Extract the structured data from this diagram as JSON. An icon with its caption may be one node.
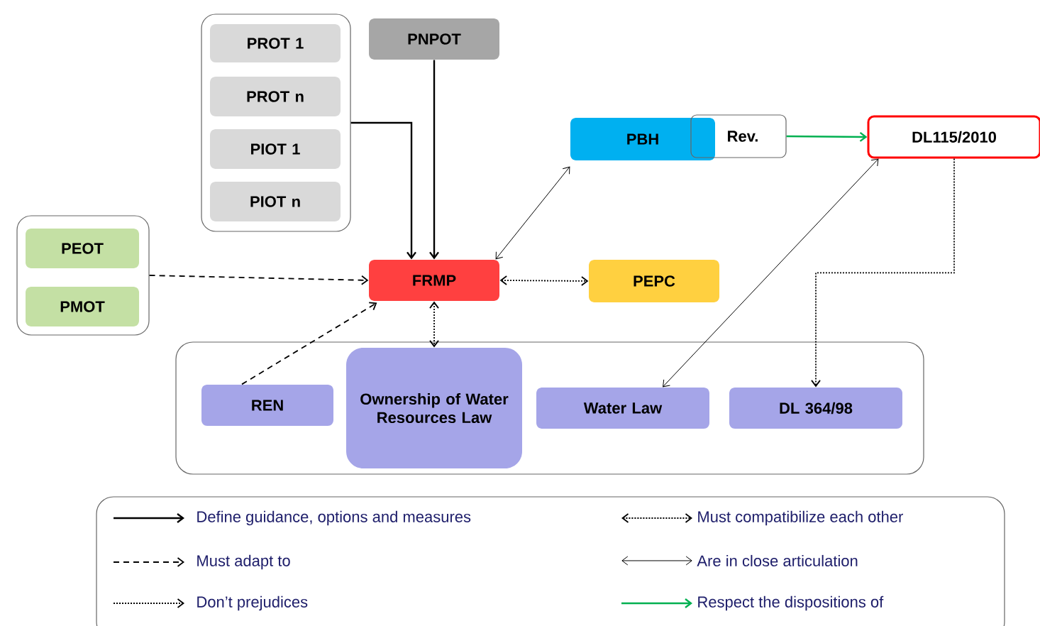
{
  "diagram": {
    "nodes": [
      {
        "text": [],
        "shape": "box"
      },
      {
        "text": [
          "PROT 1"
        ],
        "in": 0
      },
      {
        "text": [
          "PROT n"
        ],
        "in": 0
      },
      {
        "text": [
          "PIOT 1"
        ],
        "in": 0
      },
      {
        "text": [
          "PIOT n"
        ],
        "in": 0
      },
      {
        "text": [
          "PNPOT"
        ]
      },
      {
        "text": [],
        "shape": "box"
      },
      {
        "text": [
          "PEOT"
        ],
        "in": 6
      },
      {
        "text": [
          "PMOT"
        ],
        "in": 6
      },
      {
        "text": [
          "FRMP"
        ]
      },
      {
        "text": [
          "PBH"
        ]
      },
      {
        "text": [
          "Rev."
        ]
      },
      {
        "text": [
          "DL115/2010"
        ]
      },
      {
        "text": [
          "PEPC"
        ]
      },
      {
        "text": [],
        "shape": "box"
      },
      {
        "text": [
          "REN"
        ],
        "in": 14
      },
      {
        "text": [
          "Ownership of Water Resources Law"
        ],
        "in": 14
      },
      {
        "text": [
          "Water Law"
        ],
        "in": 14
      },
      {
        "text": [
          "DL 364/98"
        ],
        "in": 14
      }
    ],
    "edges": [
      {
        "from": 0,
        "to": 9,
        "arrow": "to"
      },
      {
        "from": 5,
        "to": 9,
        "arrow": "to"
      },
      {
        "from": 6,
        "to": 9,
        "arrow": "to",
        "style": "dashed"
      },
      {
        "from": 15,
        "to": 9,
        "arrow": "to",
        "style": "dashed"
      },
      {
        "from": 9,
        "to": 16,
        "arrow": "both",
        "style": "dashed"
      },
      {
        "from": 9,
        "to": 13,
        "arrow": "both",
        "style": "dashed"
      },
      {
        "from": 9,
        "to": 10,
        "arrow": "both"
      },
      {
        "from": 11,
        "to": 12,
        "arrow": "to",
        "color": "#00b050"
      },
      {
        "from": 17,
        "to": 12,
        "arrow": "both"
      },
      {
        "from": 12,
        "to": 18,
        "arrow": "to",
        "style": "dashed"
      }
    ],
    "legend": [
      {
        "text": "Define guidance, options and measures"
      },
      {
        "text": "Must compatibilize each other"
      },
      {
        "text": "Must adapt to"
      },
      {
        "text": "Are in close articulation"
      },
      {
        "text": "Don’t prejudices"
      },
      {
        "text": "Respect the dispositions of"
      }
    ]
  }
}
